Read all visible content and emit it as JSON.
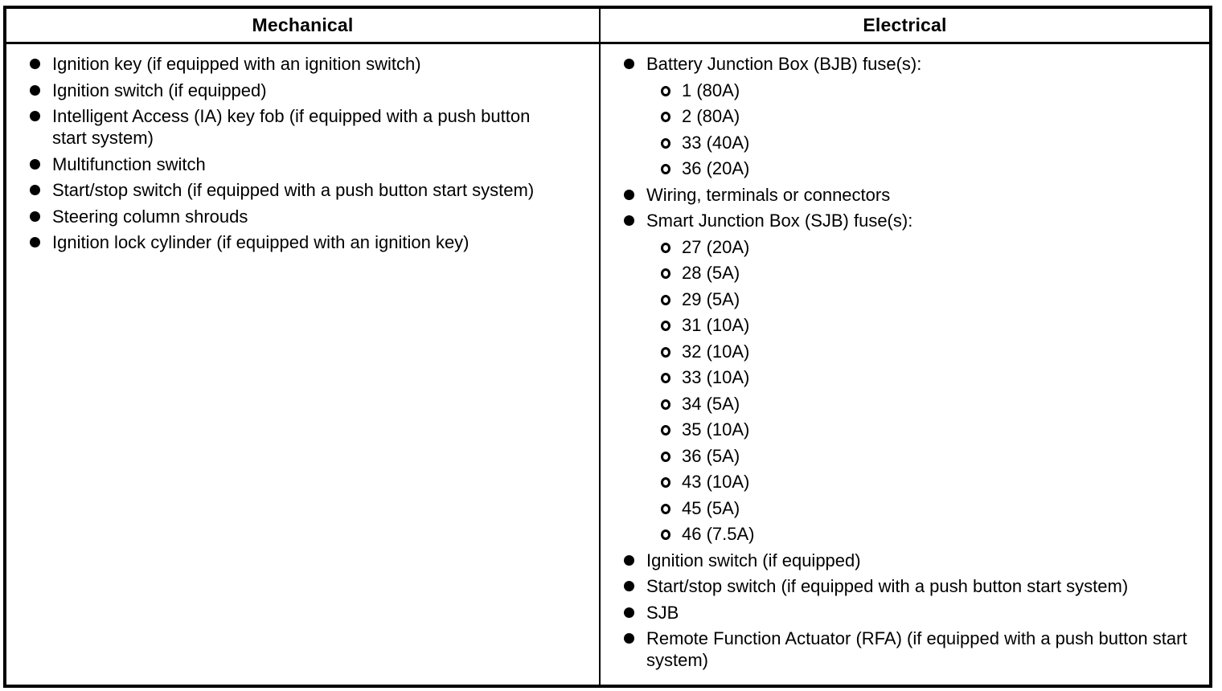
{
  "colors": {
    "border": "#000000",
    "text": "#000000",
    "background": "#ffffff"
  },
  "icons": {
    "bullet_filled": "●",
    "bullet_open": "○"
  },
  "table": {
    "columns": [
      {
        "header": "Mechanical",
        "items": [
          {
            "level": 1,
            "text": "Ignition key (if equipped with an ignition switch)"
          },
          {
            "level": 1,
            "text": "Ignition switch (if equipped)"
          },
          {
            "level": 1,
            "text": "Intelligent Access (IA) key fob (if equipped with a push button start system)"
          },
          {
            "level": 1,
            "text": "Multifunction switch"
          },
          {
            "level": 1,
            "text": "Start/stop switch (if equipped with a push button start system)"
          },
          {
            "level": 1,
            "text": "Steering column shrouds"
          },
          {
            "level": 1,
            "text": "Ignition lock cylinder (if equipped with an ignition key)"
          }
        ]
      },
      {
        "header": "Electrical",
        "items": [
          {
            "level": 1,
            "text": "Battery Junction Box (BJB) fuse(s):"
          },
          {
            "level": 2,
            "text": "1 (80A)"
          },
          {
            "level": 2,
            "text": "2 (80A)"
          },
          {
            "level": 2,
            "text": "33 (40A)"
          },
          {
            "level": 2,
            "text": "36 (20A)"
          },
          {
            "level": 1,
            "text": "Wiring, terminals or connectors"
          },
          {
            "level": 1,
            "text": "Smart Junction Box (SJB) fuse(s):"
          },
          {
            "level": 2,
            "text": "27 (20A)"
          },
          {
            "level": 2,
            "text": "28 (5A)"
          },
          {
            "level": 2,
            "text": "29 (5A)"
          },
          {
            "level": 2,
            "text": "31 (10A)"
          },
          {
            "level": 2,
            "text": "32 (10A)"
          },
          {
            "level": 2,
            "text": "33 (10A)"
          },
          {
            "level": 2,
            "text": "34 (5A)"
          },
          {
            "level": 2,
            "text": "35 (10A)"
          },
          {
            "level": 2,
            "text": "36 (5A)"
          },
          {
            "level": 2,
            "text": "43 (10A)"
          },
          {
            "level": 2,
            "text": "45 (5A)"
          },
          {
            "level": 2,
            "text": "46 (7.5A)"
          },
          {
            "level": 1,
            "text": "Ignition switch (if equipped)"
          },
          {
            "level": 1,
            "text": "Start/stop switch (if equipped with a push button start system)"
          },
          {
            "level": 1,
            "text": "SJB"
          },
          {
            "level": 1,
            "text": "Remote Function Actuator (RFA) (if equipped with a push button start system)"
          }
        ]
      }
    ]
  }
}
